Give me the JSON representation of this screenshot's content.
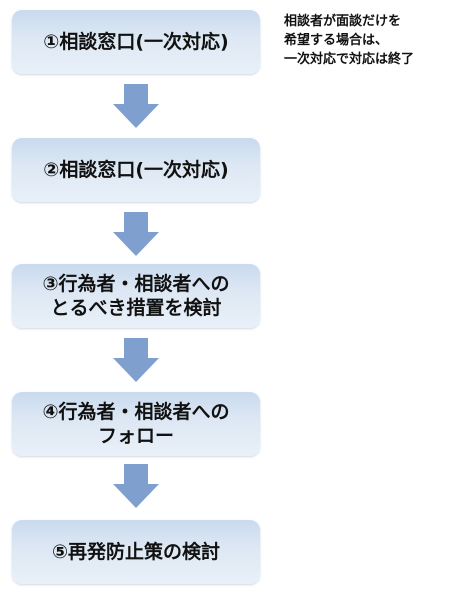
{
  "steps": [
    {
      "label": "①相談窓口(一次対応)"
    },
    {
      "label": "②相談窓口(一次対応)"
    },
    {
      "label": "③行為者・相談者への\nとるべき措置を検討"
    },
    {
      "label": "④行為者・相談者への\nフォロー"
    },
    {
      "label": "⑤再発防止策の検討"
    }
  ],
  "note": {
    "text": "相談者が面談だけを\n希望する場合は、\n一次対応で対応は終了"
  },
  "colors": {
    "box_fill_top": "#c9daee",
    "box_fill_bottom": "#e9f0f8",
    "arrow": "#7f9fcf"
  }
}
